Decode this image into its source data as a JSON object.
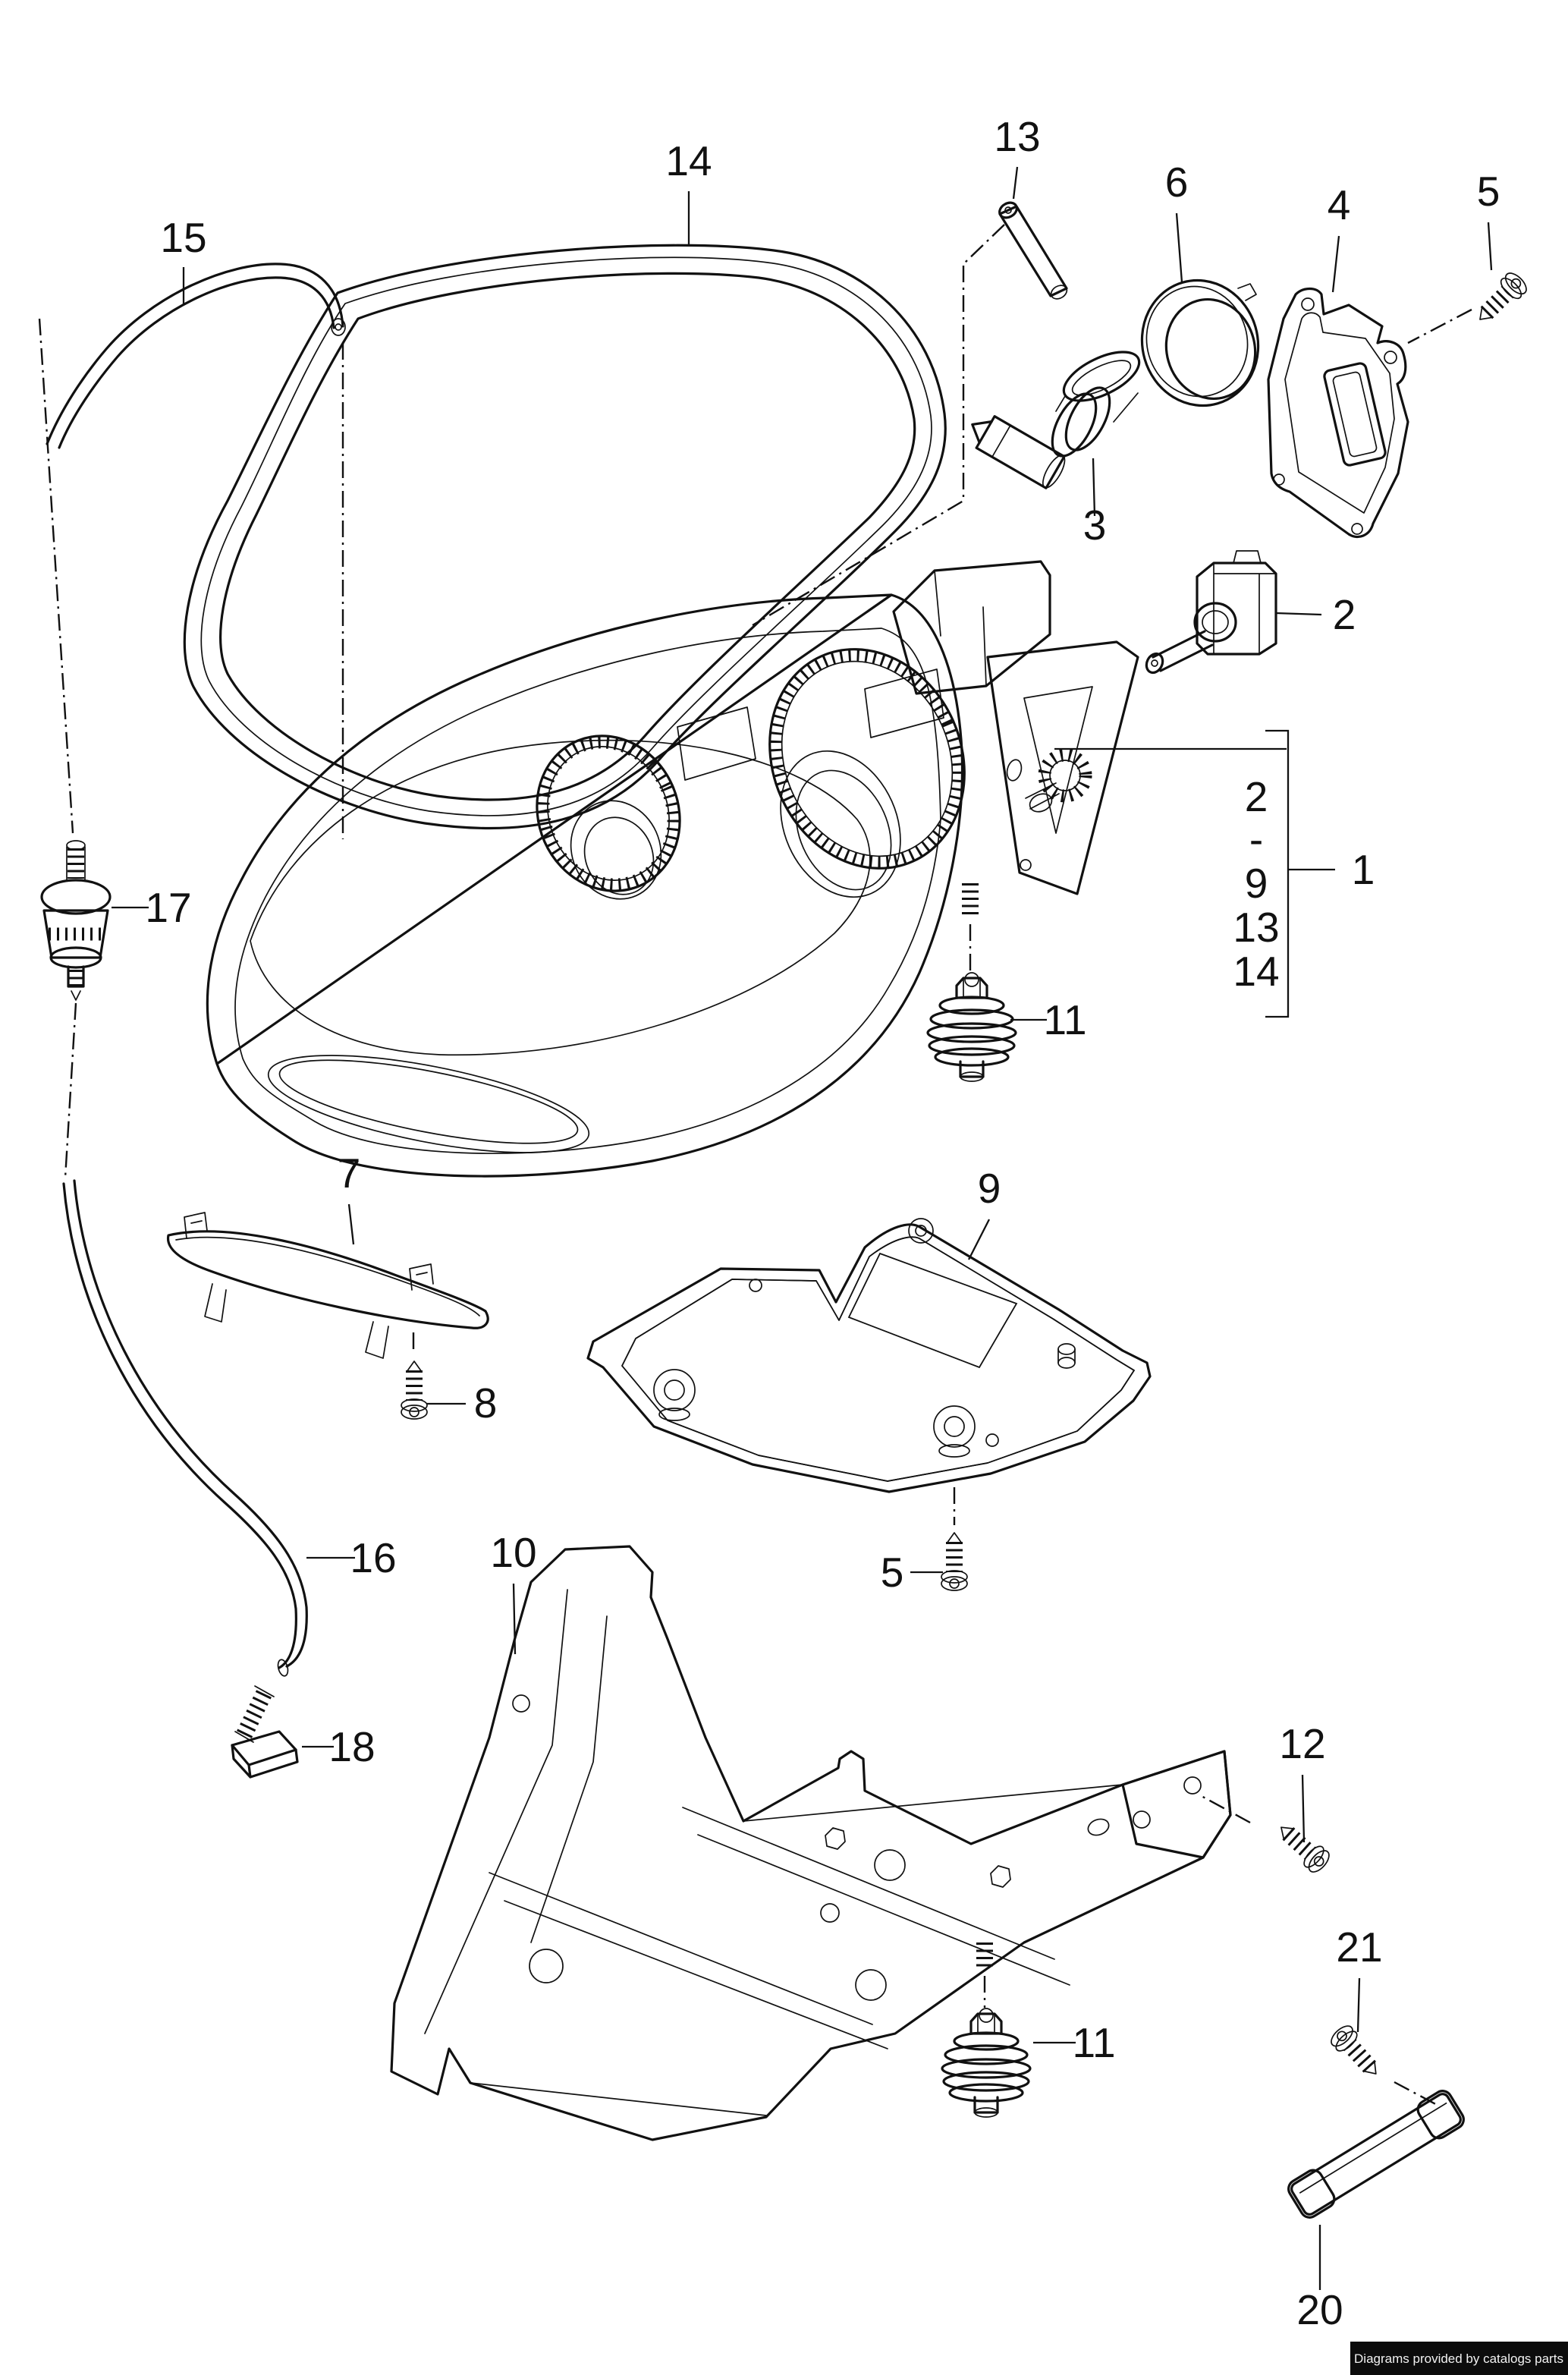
{
  "canvas": {
    "background": "#ffffff",
    "line_color": "#111111"
  },
  "watermark": {
    "text": "Diagrams provided by catalogs parts",
    "background": "#0c0c0c",
    "color": "#f2f2f2"
  },
  "callouts": {
    "1": "1",
    "2": "2",
    "3": "3",
    "4": "4",
    "5": "5",
    "6": "6",
    "7": "7",
    "8": "8",
    "9": "9",
    "10": "10",
    "11": "11",
    "12": "12",
    "13": "13",
    "14": "14",
    "15": "15",
    "16": "16",
    "17": "17",
    "18": "18",
    "20": "20",
    "21": "21"
  },
  "assembly_bracket": {
    "items": [
      "2",
      "-",
      "9",
      "13",
      "14"
    ],
    "points_to": "1"
  }
}
